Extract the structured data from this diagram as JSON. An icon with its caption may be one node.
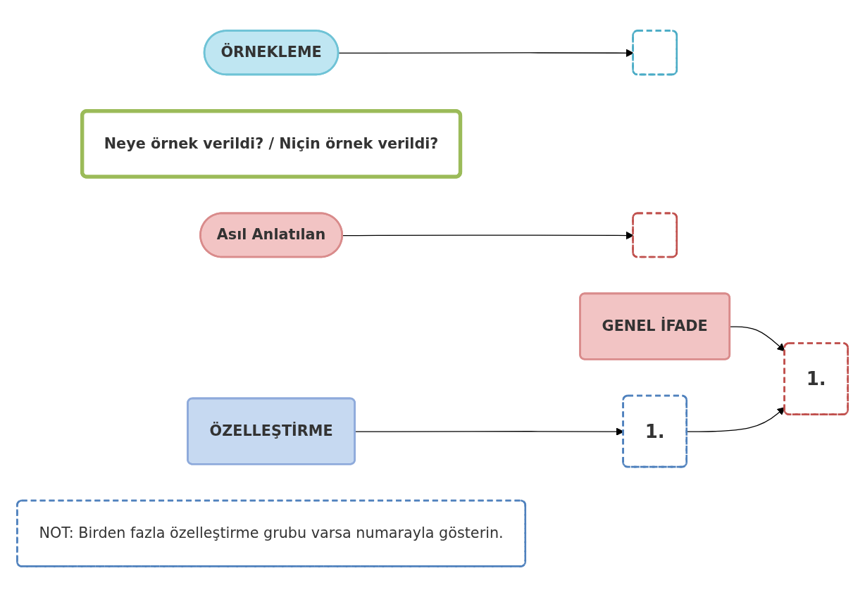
{
  "diagram": {
    "nodes": [
      {
        "text": [
          "ÖRNEKLEME"
        ]
      },
      {
        "text": [],
        "shape": "box"
      },
      {
        "text": [
          "Neye örnek verildi? / Niçin örnek verildi?"
        ]
      },
      {
        "text": [
          "Asıl Anlatılan"
        ]
      },
      {
        "text": [],
        "shape": "box"
      },
      {
        "text": [
          "ÖZELLEŞTİRME"
        ]
      },
      {
        "text": [
          "1."
        ]
      },
      {
        "text": [
          "GENEL İFADE"
        ]
      },
      {
        "text": [
          "1."
        ]
      },
      {
        "text": [
          "NOT: Birden fazla özelleştirme grubu varsa numarayla gösterin."
        ]
      }
    ],
    "edges": [
      {
        "from": 0,
        "to": 1,
        "arrow": "to"
      },
      {
        "from": 3,
        "to": 4,
        "arrow": "to"
      },
      {
        "from": 5,
        "to": 6,
        "arrow": "to"
      },
      {
        "from": 7,
        "to": 8,
        "arrow": "to"
      },
      {
        "from": 6,
        "to": 8,
        "arrow": "to"
      }
    ]
  }
}
